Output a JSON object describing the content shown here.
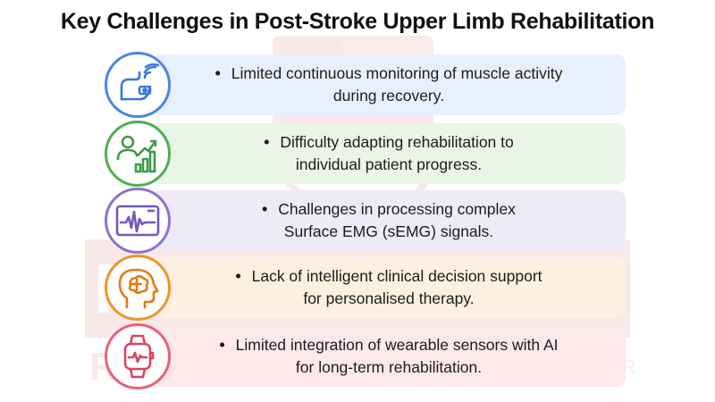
{
  "title": "Key Challenges in Post-Stroke Upper Limb Rehabilitation",
  "watermark": {
    "line1": "PhD Assistance",
    "line2": "Research Lab",
    "tagline": "WORLD'S TRUSTED MENTOR",
    "domain": ".com",
    "badge": "PA"
  },
  "items": [
    {
      "icon": "wireless-arm-sensor-icon",
      "bullet": "•",
      "line1": "Limited continuous monitoring of muscle activity",
      "line2": "during recovery.",
      "ring_color": "#4a86e8",
      "card_color": "#e9f0fd",
      "icon_color": "#3b78d8"
    },
    {
      "icon": "progress-chart-person-icon",
      "bullet": "•",
      "line1": "Difficulty adapting rehabilitation to",
      "line2": "individual patient progress.",
      "ring_color": "#4caf50",
      "card_color": "#eaf5e6",
      "icon_color": "#3d9a45"
    },
    {
      "icon": "emg-waveform-monitor-icon",
      "bullet": "•",
      "line1": "Challenges in processing complex",
      "line2": "Surface EMG (sEMG) signals.",
      "ring_color": "#8e72c9",
      "card_color": "#efeaf8",
      "icon_color": "#7459b8"
    },
    {
      "icon": "brain-head-icon",
      "bullet": "•",
      "line1": "Lack of intelligent clinical decision support",
      "line2": "for personalised therapy.",
      "ring_color": "#f0932b",
      "card_color": "#fdf0e0",
      "icon_color": "#e07b12"
    },
    {
      "icon": "smartwatch-heartbeat-icon",
      "bullet": "•",
      "line1": "Limited integration of wearable sensors with AI",
      "line2": "for long-term rehabilitation.",
      "ring_color": "#e8607c",
      "card_color": "#fde8ec",
      "icon_color": "#d94563"
    }
  ]
}
